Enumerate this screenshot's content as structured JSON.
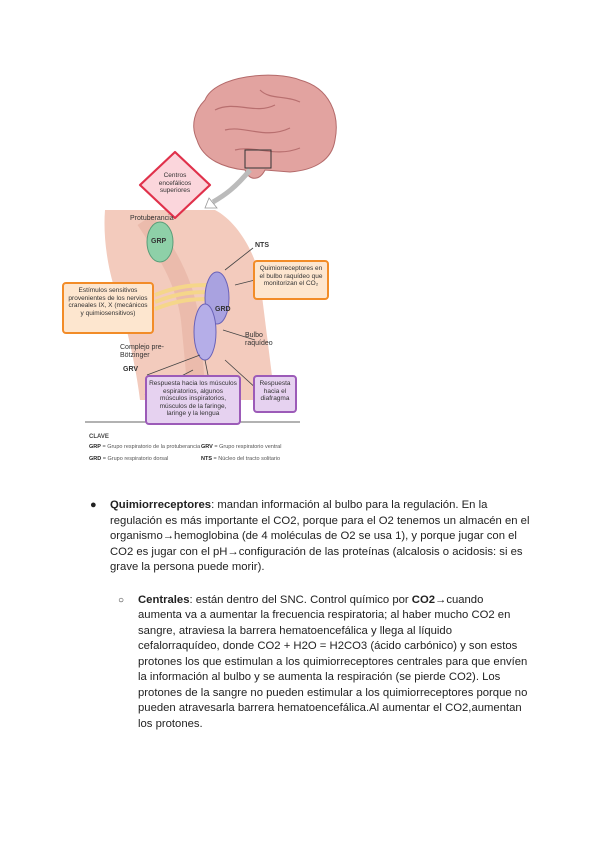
{
  "figure": {
    "chip_label": "Centros encefálicos superiores",
    "protuberancia": "Protuberancia",
    "grp_node": "GRP",
    "grd_node": "GRD",
    "nts": "NTS",
    "quimio_box": "Quimiorreceptores en el bulbo raquídeo que monitorizan el CO₂",
    "estimulos_box": "Estímulos sensitivos provenientes de los nervios craneales IX, X (mecánicos y quimiosensitivos)",
    "bulbo": "Bulbo raquídeo",
    "complejo": "Complejo pre-Bötzinger",
    "grv": "GRV",
    "resp_musculos": "Respuesta hacia los músculos espiratorios, algunos músculos inspiratorios, músculos de la faringe, laringe y la lengua",
    "resp_diafragma": "Respuesta hacia el diafragma",
    "key": {
      "title": "CLAVE",
      "grp_abbr": "GRP",
      "grp_text": "= Grupo respiratorio de la protuberancia",
      "grv_abbr": "GRV",
      "grv_text": "= Grupo respiratorio ventral",
      "grd_abbr": "GRD",
      "grd_text": "= Grupo respiratorio dorsal",
      "nts_abbr": "NTS",
      "nts_text": "= Núcleo del tracto solitario"
    },
    "colors": {
      "orange": "#f28c28",
      "purple": "#9c5bb8",
      "red": "#e0314b",
      "tissue": "#f2c7b8",
      "brain": "#d98c8c"
    }
  },
  "text": {
    "p1_bold": "Quimiorreceptores",
    "p1_rest": ": mandan información al bulbo para la regulación. En la regulación es más importante el CO2, porque para el O2 tenemos un almacén en el organismo→hemoglobina (de 4 moléculas de O2 se usa 1), y porque jugar con el CO2 es jugar con el pH→configuración de las proteínas (alcalosis o acidosis: si es grave la persona puede morir).",
    "p2_bold": "Centrales",
    "p2_mid": ": están dentro del SNC. Control químico por ",
    "p2_bold2": "CO2",
    "p2_rest": "→cuando aumenta va a aumentar la frecuencia respiratoria; al haber mucho CO2 en sangre, atraviesa la barrera hematoencefálica y llega al líquido cefalorraquídeo, donde CO2 + H2O = H2CO3 (ácido carbónico) y son estos protones los que estimulan a los quimiorreceptores centrales para que envíen la información al bulbo y se aumenta la respiración (se pierde CO2). Los protones de la sangre no pueden estimular a los quimiorreceptores porque no pueden atravesarla barrera hematoencefálica.Al aumentar el CO2,aumentan los protones."
  }
}
